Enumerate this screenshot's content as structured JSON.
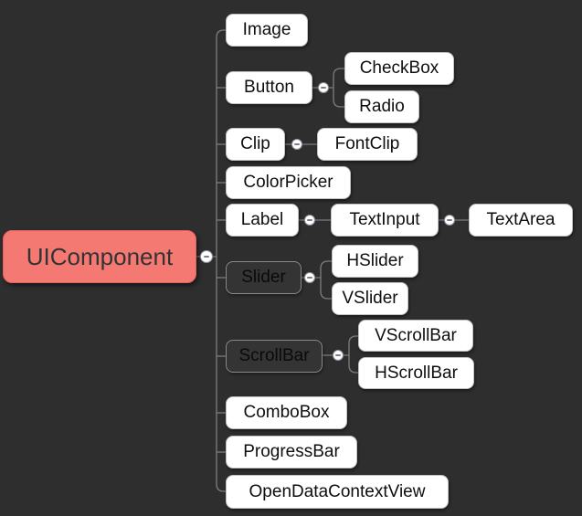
{
  "diagram": {
    "kind": "mind-map",
    "root": {
      "label": "UIComponent"
    },
    "children": [
      {
        "label": "Image",
        "children": []
      },
      {
        "label": "Button",
        "children": [
          {
            "label": "CheckBox"
          },
          {
            "label": "Radio"
          }
        ]
      },
      {
        "label": "Clip",
        "children": [
          {
            "label": "FontClip"
          }
        ]
      },
      {
        "label": "ColorPicker",
        "children": []
      },
      {
        "label": "Label",
        "children": [
          {
            "label": "TextInput",
            "children": [
              {
                "label": "TextArea"
              }
            ]
          }
        ]
      },
      {
        "label": "Slider",
        "children": [
          {
            "label": "HSlider"
          },
          {
            "label": "VSlider"
          }
        ]
      },
      {
        "label": "ScrollBar",
        "children": [
          {
            "label": "VScrollBar"
          },
          {
            "label": "HScrollBar"
          }
        ]
      },
      {
        "label": "ComboBox",
        "children": []
      },
      {
        "label": "ProgressBar",
        "children": []
      },
      {
        "label": "OpenDataContextView",
        "children": []
      }
    ]
  },
  "icons": {
    "collapse_glyph": "",
    "collapse_name": "minus-collapse-toggle"
  },
  "colors": {
    "background": "#2e2e2e",
    "node_fill": "#ffffff",
    "node_text": "#0e0e0e",
    "dark_node_fill": "#343434",
    "dark_node_border": "#8a8a8a",
    "root_fill": "#f47973",
    "root_text": "#333333",
    "connector": "#7d7d7d"
  }
}
